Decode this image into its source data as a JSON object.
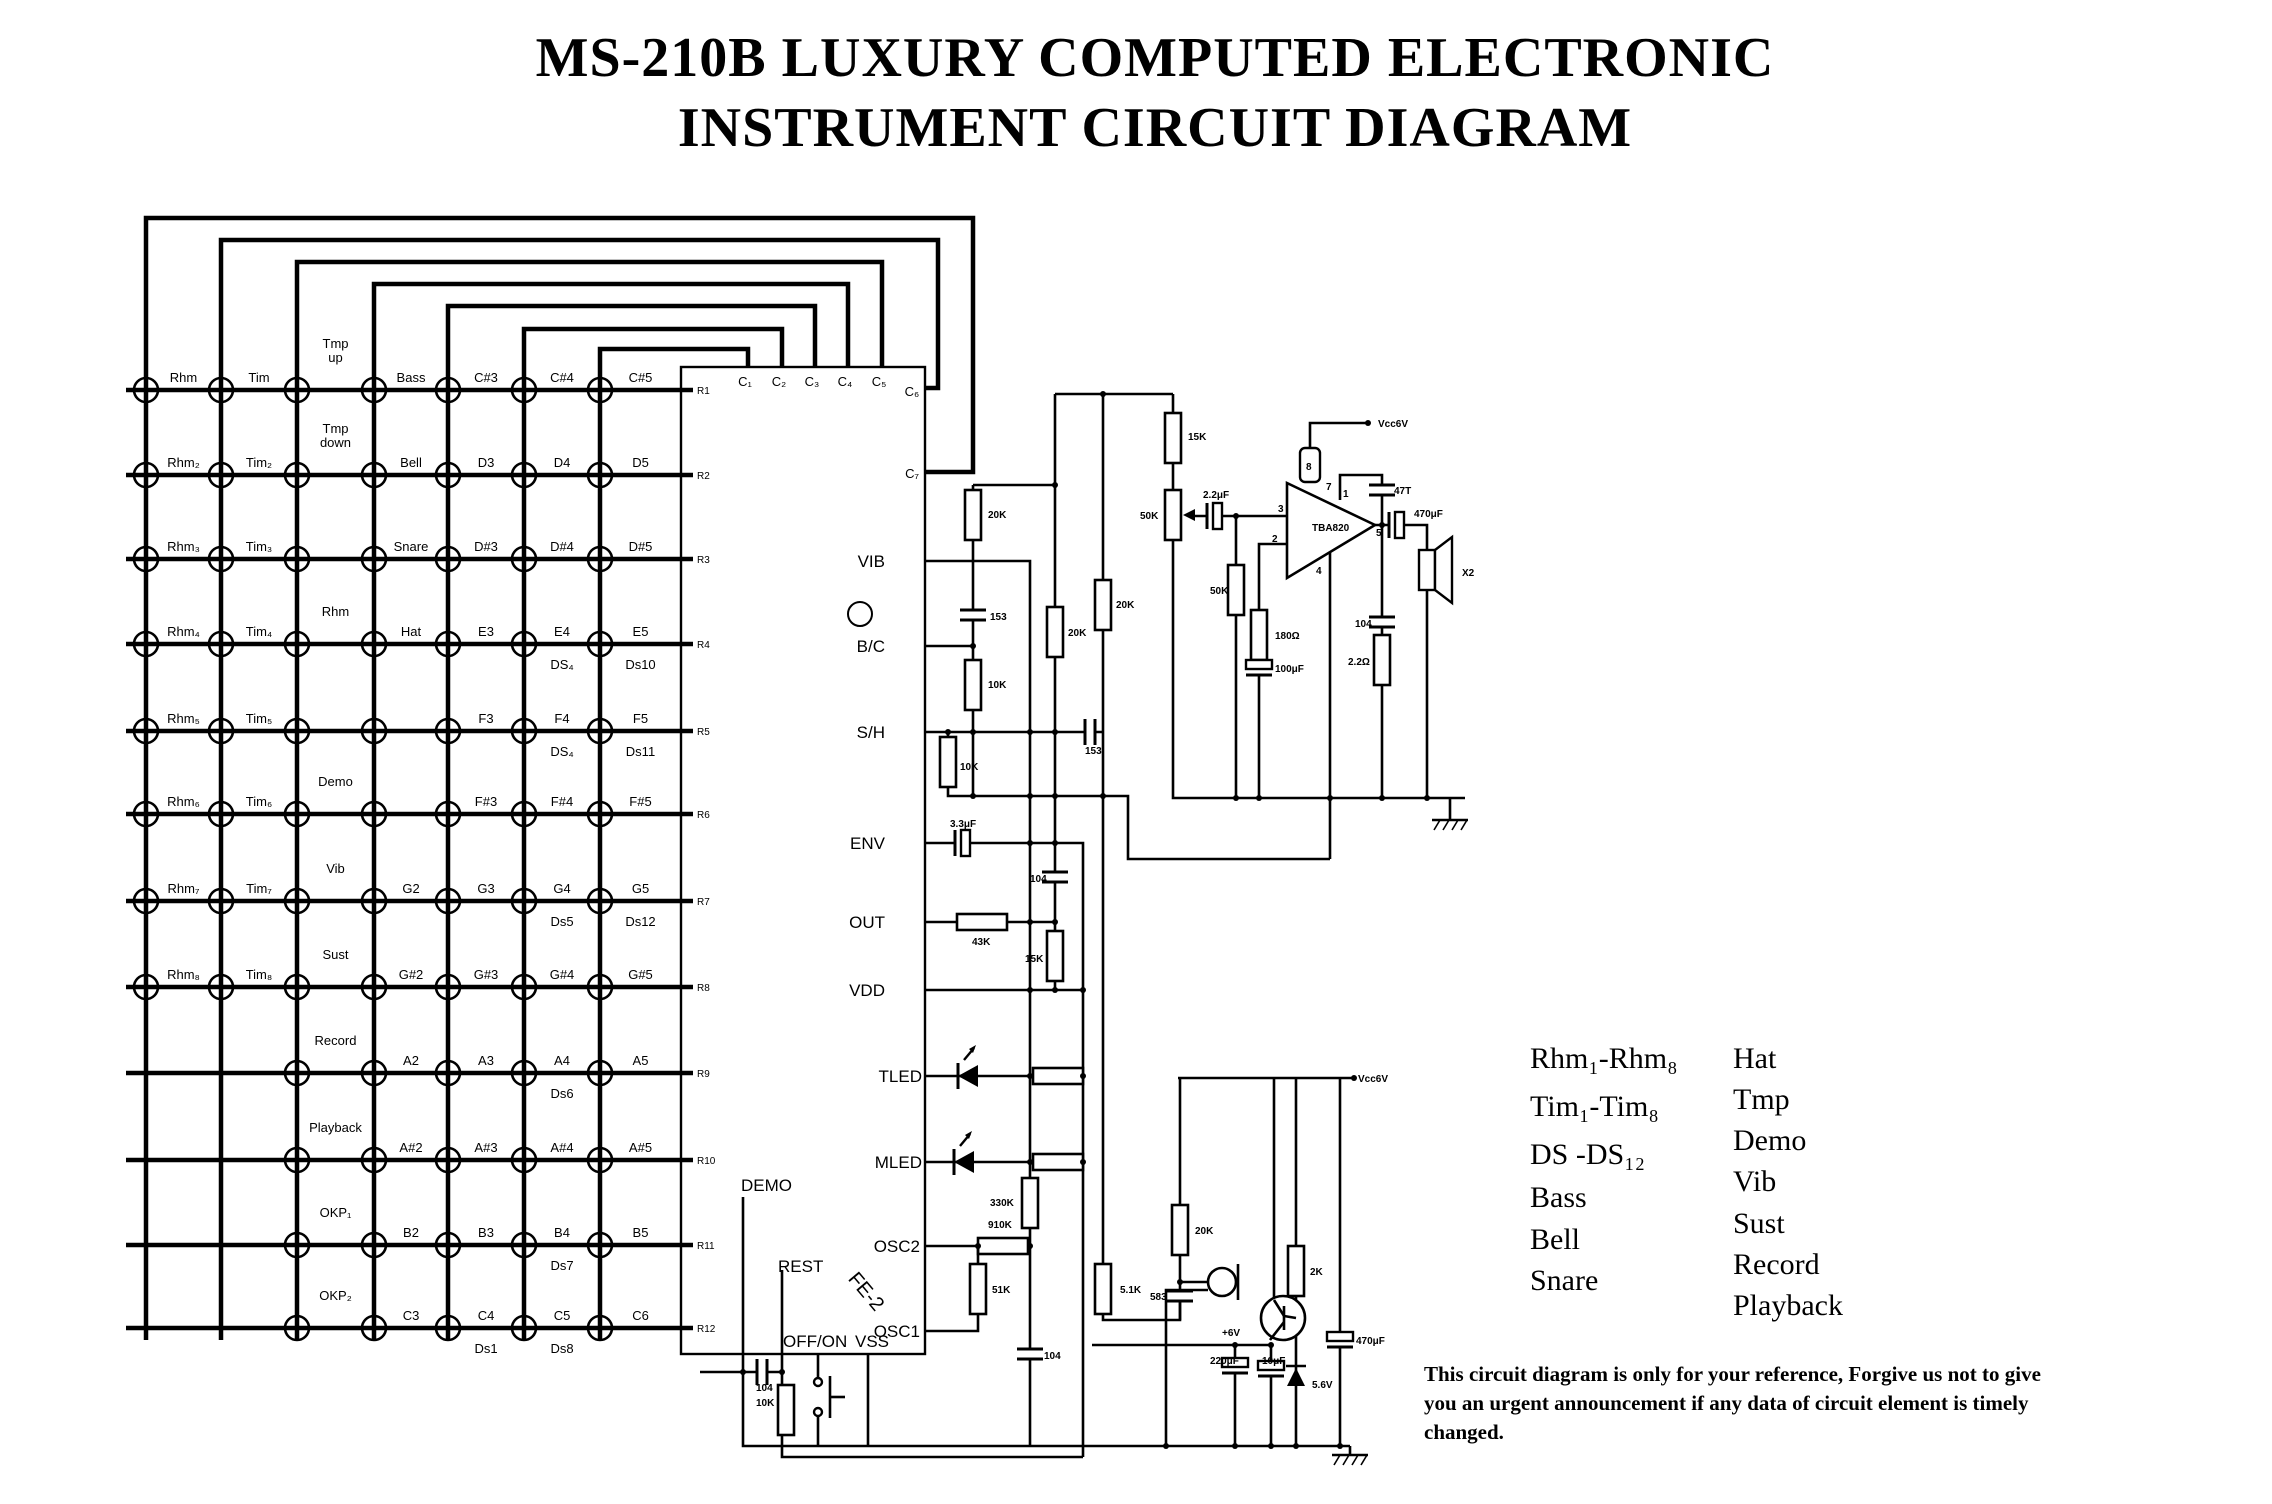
{
  "title": {
    "line1": "MS-210B LUXURY COMPUTED ELECTRONIC",
    "line2": "INSTRUMENT CIRCUIT DIAGRAM"
  },
  "matrix": {
    "rows": [
      {
        "pin": "R1",
        "cells": [
          [
            "Rhm",
            ""
          ],
          [
            "Tim",
            ""
          ],
          [
            "Tmp up",
            ""
          ],
          [
            "Bass",
            ""
          ],
          [
            "C#3",
            ""
          ],
          [
            "C#4",
            ""
          ],
          [
            "C#5",
            ""
          ]
        ]
      },
      {
        "pin": "R2",
        "cells": [
          [
            "Rhm₂",
            ""
          ],
          [
            "Tim₂",
            ""
          ],
          [
            "Tmp down",
            ""
          ],
          [
            "Bell",
            ""
          ],
          [
            "D3",
            ""
          ],
          [
            "D4",
            ""
          ],
          [
            "D5",
            ""
          ]
        ]
      },
      {
        "pin": "R3",
        "cells": [
          [
            "Rhm₃",
            ""
          ],
          [
            "Tim₃",
            ""
          ],
          [
            "",
            ""
          ],
          [
            "Snare",
            ""
          ],
          [
            "D#3",
            ""
          ],
          [
            "D#4",
            ""
          ],
          [
            "D#5",
            ""
          ]
        ]
      },
      {
        "pin": "R4",
        "cells": [
          [
            "Rhm₄",
            ""
          ],
          [
            "Tim₄",
            ""
          ],
          [
            "Rhm",
            ""
          ],
          [
            "Hat",
            ""
          ],
          [
            "E3",
            ""
          ],
          [
            "E4",
            "DS₄"
          ],
          [
            "E5",
            "Ds10"
          ]
        ]
      },
      {
        "pin": "R5",
        "cells": [
          [
            "Rhm₅",
            ""
          ],
          [
            "Tim₅",
            ""
          ],
          [
            "",
            ""
          ],
          [
            "",
            ""
          ],
          [
            "F3",
            ""
          ],
          [
            "F4",
            "DS₄"
          ],
          [
            "F5",
            "Ds11"
          ]
        ]
      },
      {
        "pin": "R6",
        "cells": [
          [
            "Rhm₆",
            ""
          ],
          [
            "Tim₆",
            ""
          ],
          [
            "Demo",
            ""
          ],
          [
            "",
            ""
          ],
          [
            "F#3",
            ""
          ],
          [
            "F#4",
            ""
          ],
          [
            "F#5",
            ""
          ]
        ]
      },
      {
        "pin": "R7",
        "cells": [
          [
            "Rhm₇",
            ""
          ],
          [
            "Tim₇",
            ""
          ],
          [
            "Vib",
            ""
          ],
          [
            "G2",
            ""
          ],
          [
            "G3",
            ""
          ],
          [
            "G4",
            "Ds5"
          ],
          [
            "G5",
            "Ds12"
          ]
        ]
      },
      {
        "pin": "R8",
        "cells": [
          [
            "Rhm₈",
            ""
          ],
          [
            "Tim₈",
            ""
          ],
          [
            "Sust",
            ""
          ],
          [
            "G#2",
            ""
          ],
          [
            "G#3",
            ""
          ],
          [
            "G#4",
            ""
          ],
          [
            "G#5",
            ""
          ]
        ]
      },
      {
        "pin": "R9",
        "cells": [
          [
            "",
            ""
          ],
          [
            "",
            ""
          ],
          [
            "Record",
            ""
          ],
          [
            "A2",
            ""
          ],
          [
            "A3",
            ""
          ],
          [
            "A4",
            "Ds6"
          ],
          [
            "A5",
            ""
          ]
        ]
      },
      {
        "pin": "R10",
        "cells": [
          [
            "",
            ""
          ],
          [
            "",
            ""
          ],
          [
            "Playback",
            ""
          ],
          [
            "A#2",
            ""
          ],
          [
            "A#3",
            ""
          ],
          [
            "A#4",
            ""
          ],
          [
            "A#5",
            ""
          ]
        ]
      },
      {
        "pin": "R11",
        "cells": [
          [
            "",
            ""
          ],
          [
            "",
            ""
          ],
          [
            "OKP₁",
            ""
          ],
          [
            "B2",
            ""
          ],
          [
            "B3",
            ""
          ],
          [
            "B4",
            "Ds7"
          ],
          [
            "B5",
            ""
          ]
        ]
      },
      {
        "pin": "R12",
        "cells": [
          [
            "",
            ""
          ],
          [
            "",
            ""
          ],
          [
            "OKP₂",
            ""
          ],
          [
            "C3",
            ""
          ],
          [
            "C4",
            "Ds1"
          ],
          [
            "C5",
            "Ds8"
          ],
          [
            "C6",
            ""
          ]
        ]
      }
    ]
  },
  "ic": {
    "name": "FE-2",
    "top_pins": [
      "C₁",
      "C₂",
      "C₃",
      "C₄",
      "C₅"
    ],
    "right_col_pins": [
      "C₆",
      "C₇"
    ],
    "right_pins": [
      "VIB",
      "B/C",
      "S/H",
      "ENV",
      "OUT",
      "VDD",
      "TLED",
      "MLED",
      "OSC2",
      "OSC1"
    ],
    "bottom_pins": [
      "OFF/ON",
      "VSS"
    ],
    "left_side_labels": [
      "DEMO",
      "REST"
    ]
  },
  "components": {
    "r_20k_a": "20K",
    "c_153_a": "153",
    "r_10k_a": "10K",
    "r_10k_b": "10K",
    "r_20k_b": "20K",
    "r_20k_c": "20K",
    "c_153_b": "153",
    "r_15k_a": "15K",
    "pot_50k": "50K",
    "c_2_2uf": "2.2μF",
    "r_50k": "50K",
    "r_180": "180Ω",
    "c_100uf": "100μF",
    "amp": "TBA820",
    "c_47t": "47T",
    "c_470uf_a": "470μF",
    "c_104_a": "104",
    "r_2_2": "2.2Ω",
    "speaker": "X2",
    "vcc_a": "Vcc6V",
    "c_3_3uf": "3.3μF",
    "c_104_b": "104",
    "r_43k": "43K",
    "r_15k_b": "15K",
    "r_330k": "330K",
    "r_910k": "910K",
    "r_51k": "51K",
    "c_104_c": "104",
    "c_104_d": "104",
    "r_10k_c": "10K",
    "r_20k_d": "20K",
    "r_5_1k": "5.1K",
    "c_583": "583",
    "r_2k": "2K",
    "c_470uf_b": "470μF",
    "v_plus6": "+6V",
    "c_220uf": "220μF",
    "c_10uf": "10μF",
    "zener": "5.6V",
    "vcc_b": "Vcc6V",
    "amp_pins": [
      "1",
      "2",
      "3",
      "4",
      "5",
      "7",
      "8"
    ]
  },
  "legend": {
    "left": [
      "Rhm₁-Rhm₈",
      "Tim₁-Tim₈",
      "DS  -DS₁₂",
      "Bass",
      "Bell",
      "Snare"
    ],
    "right": [
      "Hat",
      "Tmp",
      "Demo",
      "Vib",
      "Sust",
      "Record",
      "Playback"
    ]
  },
  "footnote": [
    "This circuit diagram is only for your reference, Forgive us not to give",
    " you an urgent announcement if any data of circuit element is timely",
    "changed."
  ]
}
